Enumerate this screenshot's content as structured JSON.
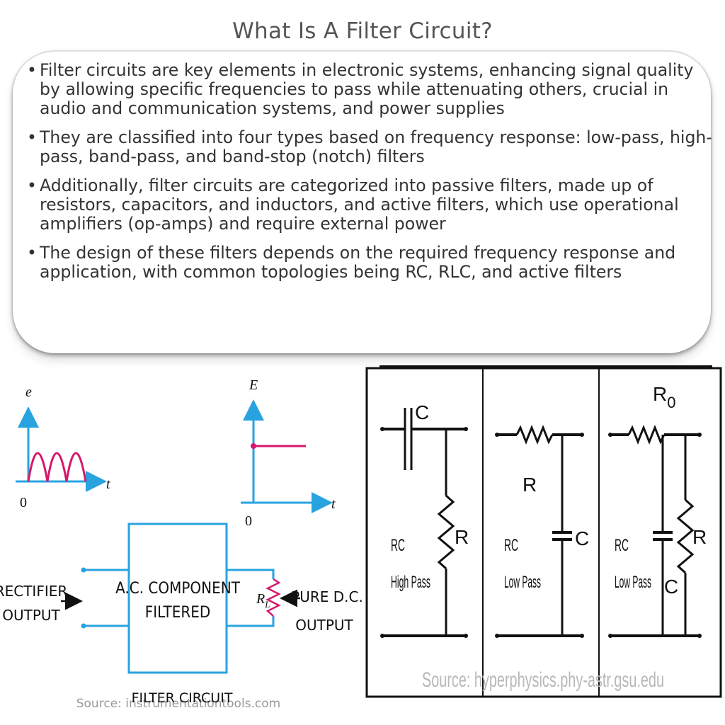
{
  "title": "What Is A Filter Circuit?",
  "bullets": [
    "Filter circuits are key elements in electronic systems, enhancing signal quality by allowing specific frequencies to pass while attenuating others, crucial in audio and communication systems, and power supplies",
    "They are classified into four types based on frequency response: low-pass, high-pass, band-pass, and band-stop (notch) filters",
    "Additionally, filter circuits are categorized into passive filters, made up of resistors, capacitors, and inductors, and active filters, which use operational amplifiers (op-amps) and require external power",
    "The design of these filters depends on the required frequency response and application, with common topologies being RC, RLC, and active filters"
  ],
  "left_diagram": {
    "input_graph": {
      "y_label": "e",
      "x_label": "t",
      "origin": "0"
    },
    "output_graph": {
      "y_label": "E",
      "x_label": "t",
      "origin": "0"
    },
    "box_line1": "A.C. COMPONENT",
    "box_line2": "FILTERED",
    "input_line1": "RECTIFIER",
    "input_line2": "OUTPUT",
    "output_line1": "PURE D.C.",
    "output_line2": "OUTPUT",
    "load_label": "R",
    "load_subscript": "L",
    "caption": "FILTER CIRCUIT",
    "source": "Source: instrumentationtools.com",
    "colors": {
      "waveform": "#d6196b",
      "axis": "#29a3e0",
      "box": "#29a3e0"
    }
  },
  "right_diagram": {
    "panels": [
      {
        "cap_label": "C",
        "res_label": "R",
        "type_line1": "RC",
        "type_line2": "High Pass"
      },
      {
        "cap_label": "C",
        "res_label": "R",
        "type_line1": "RC",
        "type_line2": "Low Pass"
      },
      {
        "cap_label": "C",
        "res_label": "R",
        "res0_label": "R",
        "res0_subscript": "0",
        "type_line1": "RC",
        "type_line2": "Low Pass"
      }
    ],
    "source": "Source: hyperphysics.phy-astr.gsu.edu"
  }
}
